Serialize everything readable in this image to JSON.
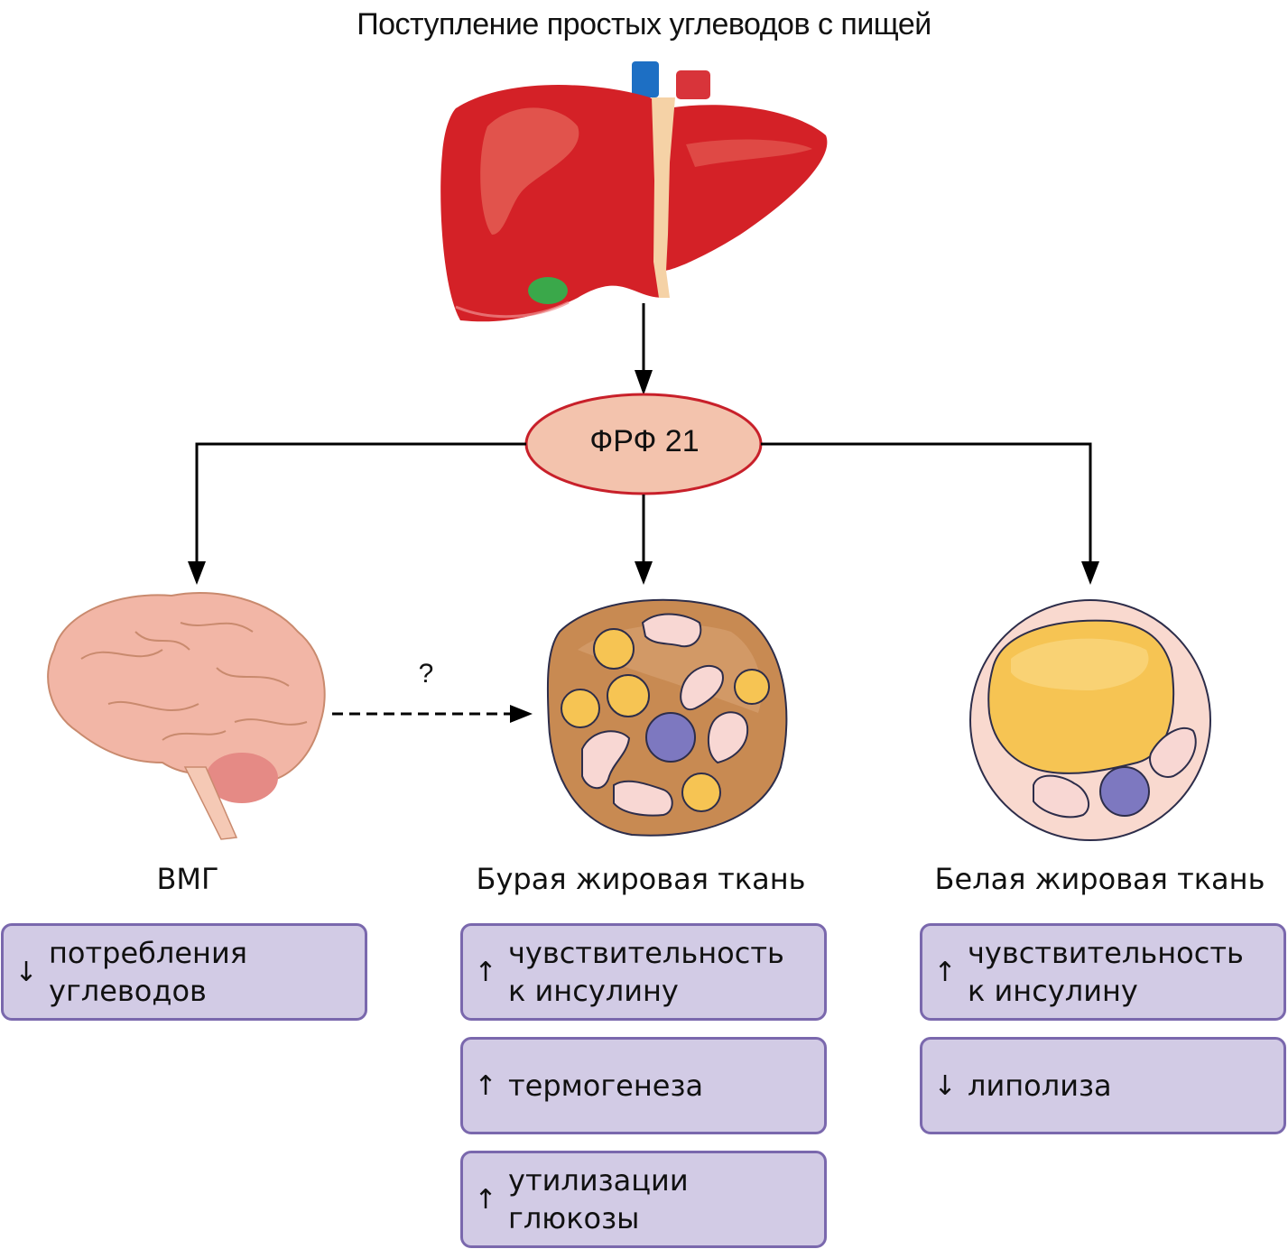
{
  "title": "Поступление простых углеводов с пищей",
  "hub": {
    "label": "ФРФ 21",
    "fill": "#f3c3ad",
    "stroke": "#c8202a"
  },
  "dashed_link": {
    "label": "?"
  },
  "columns": [
    {
      "name": "ВМГ",
      "effects": [
        {
          "direction": "↓",
          "line1": "потребления",
          "line2": "углеводов"
        }
      ]
    },
    {
      "name": "Бурая жировая ткань",
      "effects": [
        {
          "direction": "↑",
          "line1": "чувствительность",
          "line2": "к инсулину"
        },
        {
          "direction": "↑",
          "line1": "термогенеза",
          "line2": ""
        },
        {
          "direction": "↑",
          "line1": "утилизации",
          "line2": "глюкозы"
        }
      ]
    },
    {
      "name": "Белая жировая ткань",
      "effects": [
        {
          "direction": "↑",
          "line1": "чувствительность",
          "line2": "к инсулину"
        },
        {
          "direction": "↓",
          "line1": "липолиза",
          "line2": ""
        }
      ]
    }
  ],
  "illustrations": {
    "top": "liver-icon",
    "left": "brain-icon",
    "middle": "brown-fat-cell-icon",
    "right": "white-fat-cell-icon"
  },
  "colors": {
    "box_fill": "#d2cbe5",
    "box_border": "#7a68ad",
    "liver": "#d42127",
    "brain": "#f2b6a6",
    "brown_cell": "#c88a52",
    "white_cell": "#f9d9cf",
    "lipid": "#f6c453",
    "nucleus": "#7d78c0"
  }
}
